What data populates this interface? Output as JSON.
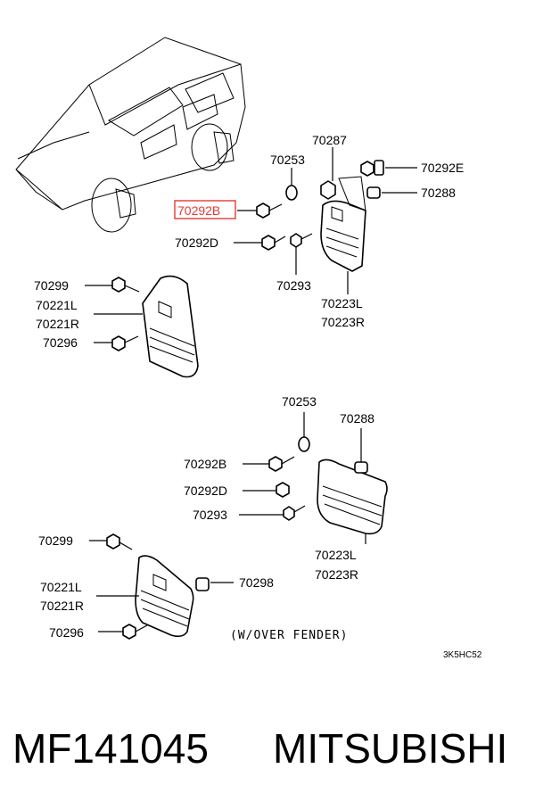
{
  "diagram": {
    "labels": {
      "t_70287": "70287",
      "t_70253a": "70253",
      "t_70292e": "70292E",
      "t_70288a": "70288",
      "t_70292b_hl": "70292B",
      "t_70292d_a": "70292D",
      "t_70293a": "70293",
      "t_70223l_a": "70223L",
      "t_70223r_a": "70223R",
      "t_70299a": "70299",
      "t_70221l_a": "70221L",
      "t_70221r_a": "70221R",
      "t_70296a": "70296",
      "t_70253b": "70253",
      "t_70288b": "70288",
      "t_70292b_b": "70292B",
      "t_70292d_b": "70292D",
      "t_70293b": "70293",
      "t_70223l_b": "70223L",
      "t_70223r_b": "70223R",
      "t_70299b": "70299",
      "t_70298": "70298",
      "t_70221l_b": "70221L",
      "t_70221r_b": "70221R",
      "t_70296b": "70296"
    },
    "note": "(W/OVER FENDER)",
    "drawing_code": "3K5HC52",
    "highlight_color": "#e53935"
  },
  "footer": {
    "part_number": "MF141045",
    "brand": "MITSUBISHI"
  }
}
